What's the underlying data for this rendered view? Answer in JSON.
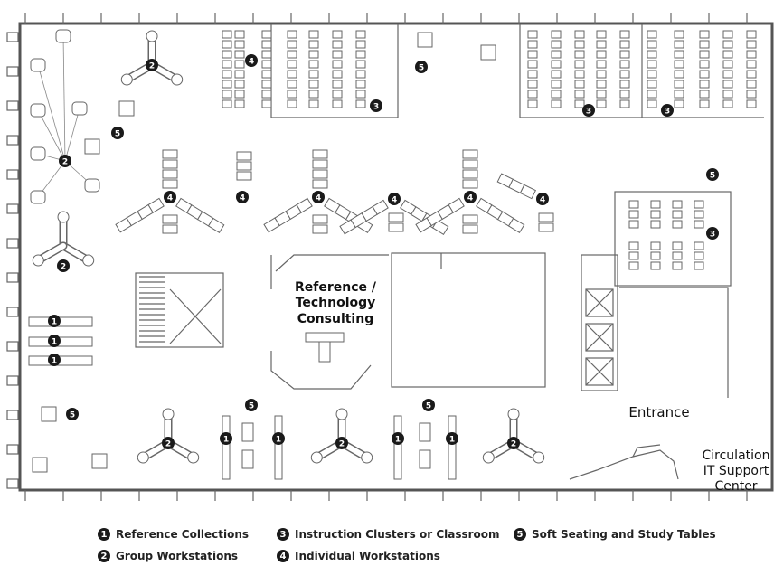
{
  "labels": {
    "reference": "Reference /",
    "technology": "Technology",
    "consulting": "Consulting",
    "entrance": "Entrance",
    "circulation": "Circulation",
    "it_support": "IT Support",
    "center": "Center"
  },
  "legend": [
    {
      "num": "1",
      "label": "Reference Collections"
    },
    {
      "num": "2",
      "label": "Group Workstations"
    },
    {
      "num": "3",
      "label": "Instruction Clusters  or Classroom"
    },
    {
      "num": "4",
      "label": "Individual Workstations"
    },
    {
      "num": "5",
      "label": "Soft Seating and Study Tables"
    }
  ],
  "colors": {
    "wall": "#555555",
    "line": "#666666",
    "badge": "#1a1a1a",
    "ink": "#111111"
  }
}
